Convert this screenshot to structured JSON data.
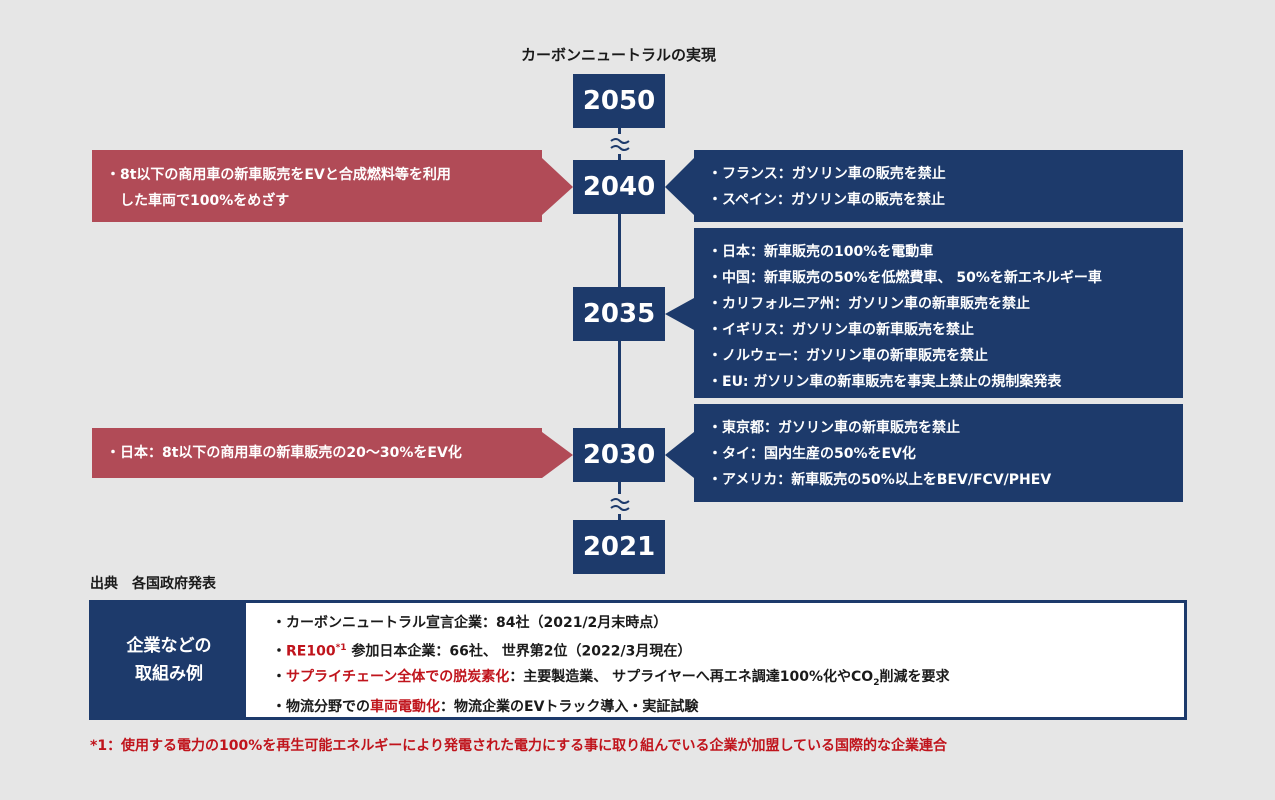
{
  "title": "カーボンニュートラルの実現",
  "years": {
    "y2050": "2050",
    "y2040": "2040",
    "y2035": "2035",
    "y2030": "2030",
    "y2021": "2021"
  },
  "left_boxes": {
    "b2040": [
      "・8t以下の商用車の新車販売をEVと合成燃料等を利用",
      "　した車両で100%をめざす"
    ],
    "b2030": [
      "・日本：8t以下の商用車の新車販売の20〜30%をEV化"
    ]
  },
  "right_boxes": {
    "b2040": [
      "・フランス：ガソリン車の販売を禁止",
      "・スペイン：ガソリン車の販売を禁止"
    ],
    "b2035": [
      "・日本：新車販売の100%を電動車",
      "・中国：新車販売の50%を低燃費車、 50%を新エネルギー車",
      "・カリフォルニア州：ガソリン車の新車販売を禁止",
      "・イギリス：ガソリン車の新車販売を禁止",
      "・ノルウェー：ガソリン車の新車販売を禁止",
      "・EU: ガソリン車の新車販売を事実上禁止の規制案発表"
    ],
    "b2030": [
      "・東京都：ガソリン車の新車販売を禁止",
      "・タイ：国内生産の50%をEV化",
      "・アメリカ：新車販売の50%以上をBEV/FCV/PHEV"
    ]
  },
  "source": "出典　各国政府発表",
  "panel": {
    "label_line1": "企業などの",
    "label_line2": "取組み例",
    "item1": "・カーボンニュートラル宣言企業：84社（2021/2月末時点）",
    "item2_prefix": "・",
    "item2_red": "RE100",
    "item2_sup": "*1",
    "item2_rest": " 参加日本企業：66社、 世界第2位（2022/3月現在）",
    "item3_prefix": "・",
    "item3_red": "サプライチェーン全体での脱炭素化",
    "item3_rest_a": "：主要製造業、 サプライヤーへ再エネ調達100%化やCO",
    "item3_sub": "2",
    "item3_rest_b": "削減を要求",
    "item4_prefix": "・物流分野での",
    "item4_red": "車両電動化",
    "item4_rest": "：物流企業のEVトラック導入・実証試験"
  },
  "footnote": "*1：使用する電力の100%を再生可能エネルギーにより発電された電力にする事に取り組んでいる企業が加盟している国際的な企業連合"
}
